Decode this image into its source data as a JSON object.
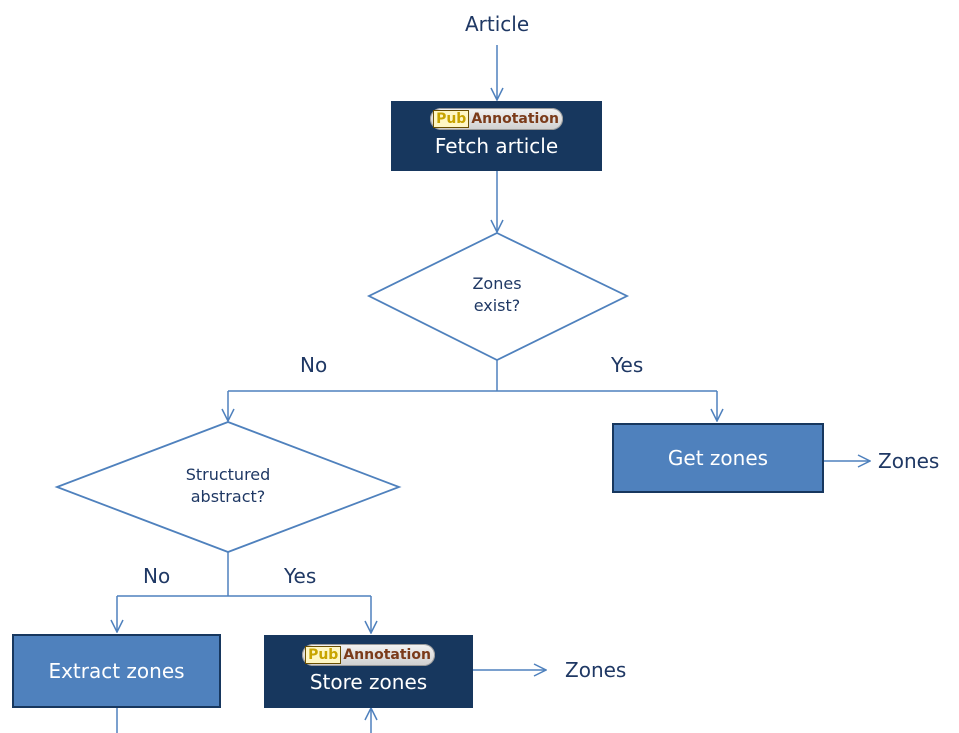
{
  "nodes": {
    "start": "Article",
    "fetch": {
      "label": "Fetch article",
      "logo": {
        "pub": "Pub",
        "annotation": "Annotation"
      }
    },
    "zones_exist": {
      "line1": "Zones",
      "line2": "exist?"
    },
    "structured": {
      "line1": "Structured",
      "line2": "abstract?"
    },
    "get_zones": "Get zones",
    "extract_zones": "Extract zones",
    "store": {
      "label": "Store zones",
      "logo": {
        "pub": "Pub",
        "annotation": "Annotation"
      }
    },
    "output_right": "Zones",
    "output_store": "Zones"
  },
  "edges": {
    "zones_exist_no": "No",
    "zones_exist_yes": "Yes",
    "structured_no": "No",
    "structured_yes": "Yes"
  },
  "colors": {
    "line": "#4f81bd",
    "dark_box": "#17375e",
    "light_box": "#4f81bd",
    "text": "#1f3864"
  }
}
